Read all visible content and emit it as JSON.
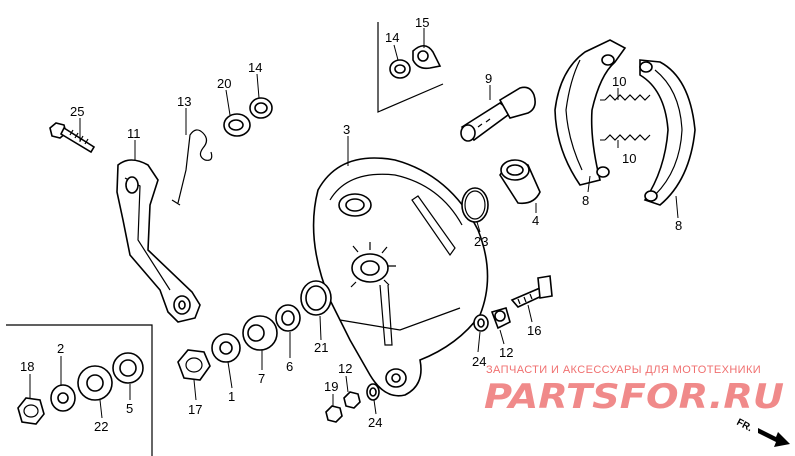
{
  "diagram": {
    "part_numbers": {
      "p1": "1",
      "p2": "2",
      "p3": "3",
      "p4": "4",
      "p5": "5",
      "p6": "6",
      "p7": "7",
      "p8a": "8",
      "p8b": "8",
      "p9": "9",
      "p10a": "10",
      "p10b": "10",
      "p11": "11",
      "p12a": "12",
      "p12b": "12",
      "p13": "13",
      "p14a": "14",
      "p14b": "14",
      "p15": "15",
      "p16": "16",
      "p17": "17",
      "p18": "18",
      "p19": "19",
      "p20": "20",
      "p21": "21",
      "p22": "22",
      "p23": "23",
      "p24a": "24",
      "p24b": "24",
      "p25": "25"
    },
    "direction_label": "FR."
  },
  "watermark": {
    "tagline": "ЗАПЧАСТИ И АКСЕССУАРЫ ДЛЯ МОТОТЕХНИКИ",
    "logo": "PARTSFOR.RU"
  }
}
